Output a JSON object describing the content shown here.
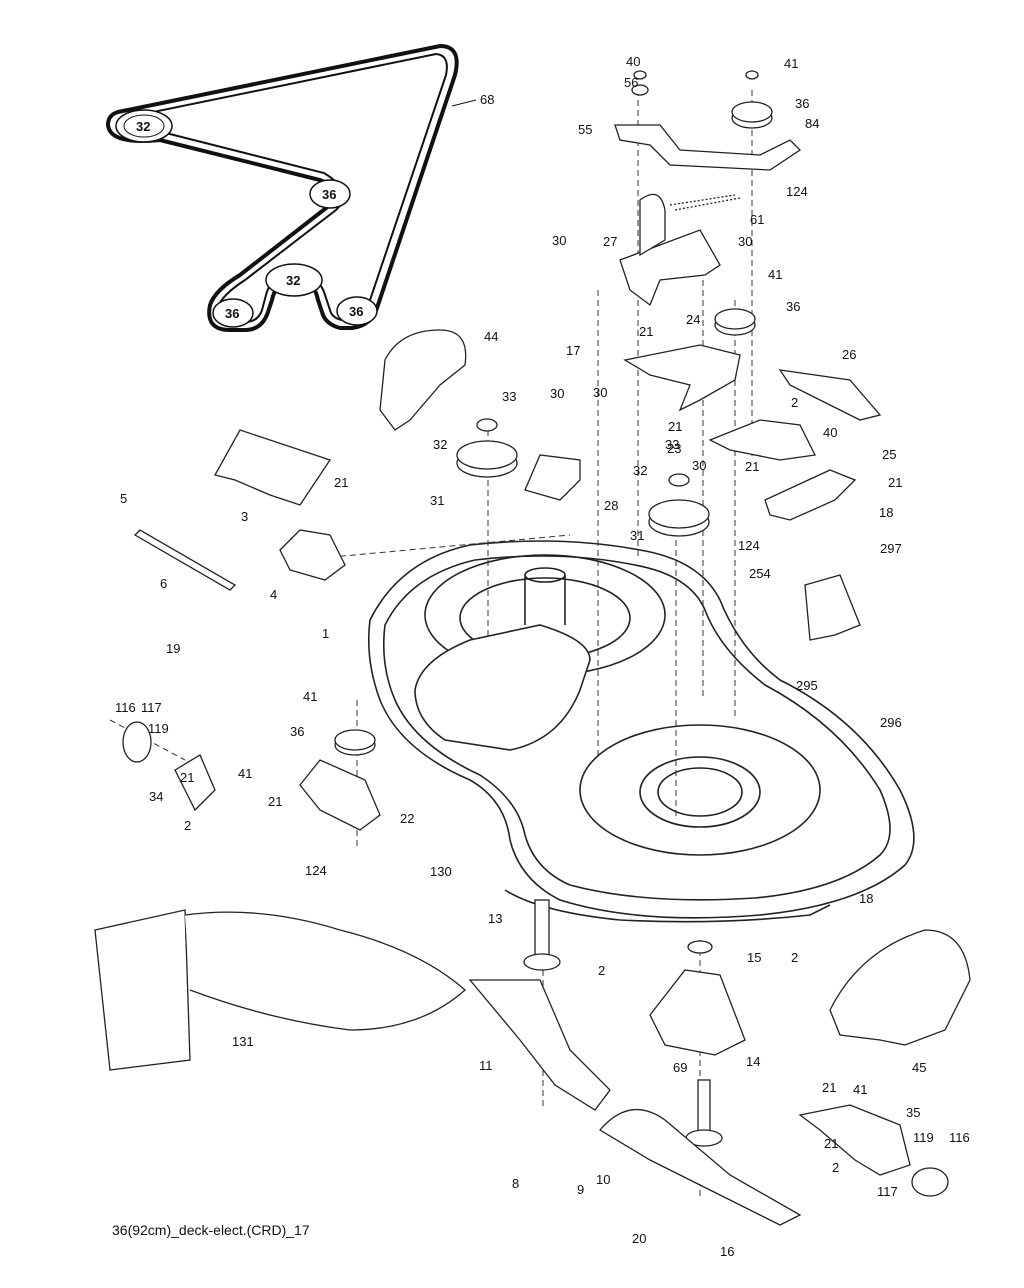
{
  "diagram": {
    "caption": "36(92cm)_deck-elect.(CRD)_17",
    "belt_diagram_labels": {
      "pulley_top_left": "32",
      "pulley_right": "36",
      "pulley_center": "32",
      "pulley_bottom_left": "36",
      "pulley_bottom_right": "36",
      "belt": "68"
    },
    "callouts": [
      "40",
      "41",
      "56",
      "36",
      "84",
      "55",
      "124",
      "61",
      "30",
      "27",
      "41",
      "36",
      "44",
      "30",
      "21",
      "17",
      "24",
      "26",
      "33",
      "30",
      "30",
      "2",
      "40",
      "21",
      "23",
      "32",
      "28",
      "33",
      "30",
      "21",
      "25",
      "21",
      "31",
      "32",
      "5",
      "21",
      "3",
      "124",
      "18",
      "31",
      "297",
      "6",
      "4",
      "254",
      "19",
      "1",
      "295",
      "296",
      "41",
      "116",
      "117",
      "119",
      "36",
      "21",
      "41",
      "34",
      "21",
      "2",
      "22",
      "124",
      "130",
      "18",
      "13",
      "15",
      "2",
      "2",
      "131",
      "11",
      "14",
      "45",
      "69",
      "21",
      "41",
      "35",
      "10",
      "21",
      "119",
      "116",
      "8",
      "9",
      "2",
      "117",
      "20",
      "16"
    ]
  }
}
